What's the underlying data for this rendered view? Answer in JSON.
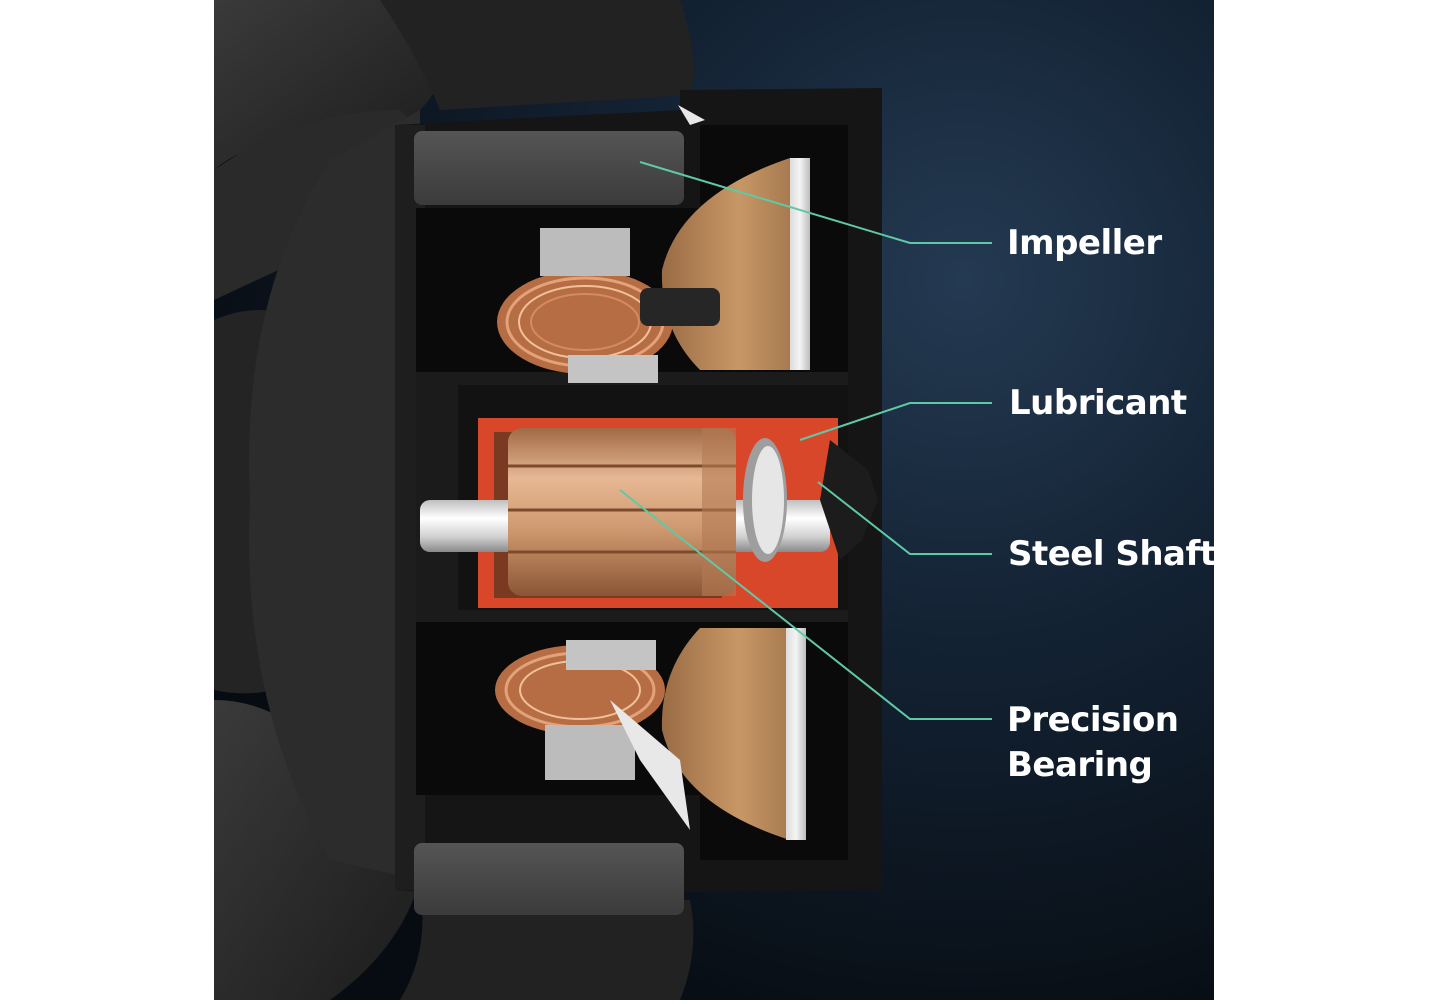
{
  "callouts": {
    "impeller": "Impeller",
    "lubricant": "Lubricant",
    "steel_shaft": "Steel Shaft",
    "precision_line1": "Precision",
    "precision_line2": "Bearing"
  },
  "colors": {
    "leader_line": "#5fc9a6",
    "background_dark": "#0c1520",
    "background_light": "#1f3044",
    "housing": "#1a1a1a",
    "lubricant": "#d9472b",
    "copper": "#c98a5c",
    "label_text": "#ffffff"
  }
}
